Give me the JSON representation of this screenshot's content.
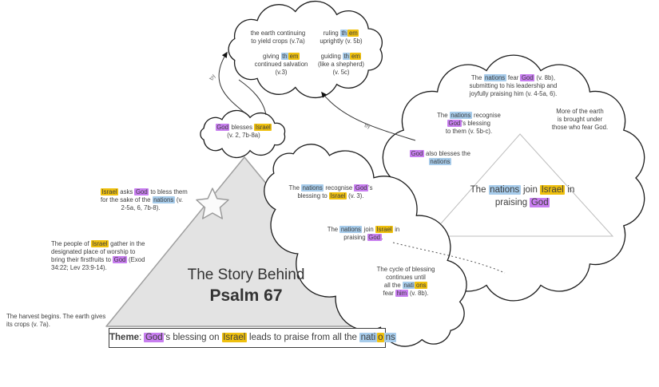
{
  "colors": {
    "purple": "#c87ef0",
    "yellow": "#efc00e",
    "blue": "#a7cceb"
  },
  "triangle": {
    "line1": "The Story Behind",
    "line2": "Psalm 67"
  },
  "connectors": {
    "by_left": "by",
    "by_right": "by"
  },
  "top_cloud": {
    "items": [
      {
        "segs": [
          {
            "t": "the earth continuing"
          },
          {
            "br": true
          },
          {
            "t": "to yield crops (v.7a)"
          }
        ]
      },
      {
        "segs": [
          {
            "t": "ruling "
          },
          {
            "t": "th",
            "h": "blue"
          },
          {
            "t": "em",
            "h": "yellow"
          },
          {
            "br": true
          },
          {
            "t": "uprightly (v. 5b)"
          }
        ]
      },
      {
        "segs": [
          {
            "t": "giving "
          },
          {
            "t": "th",
            "h": "blue"
          },
          {
            "t": "em",
            "h": "yellow"
          },
          {
            "br": true
          },
          {
            "t": "continued salvation"
          },
          {
            "br": true
          },
          {
            "t": "(v.3)"
          }
        ]
      },
      {
        "segs": [
          {
            "t": "guiding "
          },
          {
            "t": "th",
            "h": "blue"
          },
          {
            "t": "em",
            "h": "yellow"
          },
          {
            "br": true
          },
          {
            "t": "(like a shepherd)"
          },
          {
            "br": true
          },
          {
            "t": "(v. 5c)"
          }
        ]
      }
    ]
  },
  "small_cloud": {
    "segs": [
      {
        "t": "God",
        "h": "purple"
      },
      {
        "t": " blesses "
      },
      {
        "t": "Israel",
        "h": "yellow"
      },
      {
        "br": true
      },
      {
        "t": "(v. 2, 7b-8a)"
      }
    ]
  },
  "left_notes": [
    {
      "segs": [
        {
          "t": "Israel",
          "h": "yellow"
        },
        {
          "t": " asks "
        },
        {
          "t": "God",
          "h": "purple"
        },
        {
          "t": " to bless them"
        },
        {
          "br": true
        },
        {
          "t": "for the sake of the "
        },
        {
          "t": "nations",
          "h": "blue"
        },
        {
          "t": " (v."
        },
        {
          "br": true
        },
        {
          "t": "2-5a, 6, 7b-8)."
        }
      ]
    },
    {
      "segs": [
        {
          "t": "The people of "
        },
        {
          "t": "Israel",
          "h": "yellow"
        },
        {
          "t": " gather in the"
        },
        {
          "br": true
        },
        {
          "t": "designated place of worship to"
        },
        {
          "br": true
        },
        {
          "t": "bring their firstfruits to "
        },
        {
          "t": "God",
          "h": "purple"
        },
        {
          "t": " (Exod"
        },
        {
          "br": true
        },
        {
          "t": "34:22; Lev 23:9-14)."
        }
      ]
    },
    {
      "segs": [
        {
          "t": "The harvest begins. The earth gives"
        },
        {
          "br": true
        },
        {
          "t": "its crops (v. 7a)."
        }
      ]
    }
  ],
  "middle_cloud": {
    "items": [
      {
        "segs": [
          {
            "t": "The "
          },
          {
            "t": "nations",
            "h": "blue"
          },
          {
            "t": " recognise "
          },
          {
            "t": "God",
            "h": "purple"
          },
          {
            "t": "'s"
          },
          {
            "br": true
          },
          {
            "t": "blessing to "
          },
          {
            "t": "Israel",
            "h": "yellow"
          },
          {
            "t": " (v. 3)."
          }
        ]
      },
      {
        "segs": [
          {
            "t": "The "
          },
          {
            "t": "nations",
            "h": "blue"
          },
          {
            "t": " join "
          },
          {
            "t": "Israel",
            "h": "yellow"
          },
          {
            "t": " in"
          },
          {
            "br": true
          },
          {
            "t": "praising "
          },
          {
            "t": "God",
            "h": "purple"
          },
          {
            "t": "."
          }
        ]
      },
      {
        "segs": [
          {
            "t": "The cycle of blessing"
          },
          {
            "br": true
          },
          {
            "t": "continues until"
          },
          {
            "br": true
          },
          {
            "t": "all the "
          },
          {
            "t": "nati",
            "h": "blue"
          },
          {
            "t": "ons",
            "h": "yellow"
          },
          {
            "br": true
          },
          {
            "t": "fear "
          },
          {
            "t": "him",
            "h": "purple"
          },
          {
            "t": " (v. 8b)."
          }
        ]
      }
    ]
  },
  "right_cloud": {
    "items": [
      {
        "segs": [
          {
            "t": "The "
          },
          {
            "t": "nations",
            "h": "blue"
          },
          {
            "t": " fear "
          },
          {
            "t": "God",
            "h": "purple"
          },
          {
            "t": " (v. 8b),"
          },
          {
            "br": true
          },
          {
            "t": "submitting to his leadership and"
          },
          {
            "br": true
          },
          {
            "t": "joyfully praising him (v. 4-5a, 6)."
          }
        ]
      },
      {
        "segs": [
          {
            "t": "The "
          },
          {
            "t": "nations",
            "h": "blue"
          },
          {
            "t": " recognise"
          },
          {
            "br": true
          },
          {
            "t": "God",
            "h": "purple"
          },
          {
            "t": "'s blessing"
          },
          {
            "br": true
          },
          {
            "t": "to them (v. 5b-c)."
          }
        ]
      },
      {
        "segs": [
          {
            "t": "God",
            "h": "purple"
          },
          {
            "t": " also blesses the"
          },
          {
            "br": true
          },
          {
            "t": "nations",
            "h": "blue"
          }
        ]
      },
      {
        "segs": [
          {
            "t": "More of the earth"
          },
          {
            "br": true
          },
          {
            "t": "is brought under"
          },
          {
            "br": true
          },
          {
            "t": "those who fear God."
          }
        ]
      }
    ],
    "triangle_label": {
      "segs": [
        {
          "t": "The "
        },
        {
          "t": "nations",
          "h": "blue"
        },
        {
          "t": " join "
        },
        {
          "t": "Israel",
          "h": "yellow"
        },
        {
          "t": " in"
        },
        {
          "br": true
        },
        {
          "t": "praising "
        },
        {
          "t": "God",
          "h": "purple"
        }
      ]
    }
  },
  "theme": {
    "segs": [
      {
        "t": "Theme",
        "b": true
      },
      {
        "t": ": "
      },
      {
        "t": "God",
        "h": "purple"
      },
      {
        "t": "'s blessing on "
      },
      {
        "t": "Israel",
        "h": "yellow"
      },
      {
        "t": " leads to praise from all the "
      },
      {
        "t": "nati",
        "h": "blue"
      },
      {
        "t": "o",
        "h": "yellow"
      },
      {
        "t": "ns",
        "h": "blue"
      }
    ]
  }
}
